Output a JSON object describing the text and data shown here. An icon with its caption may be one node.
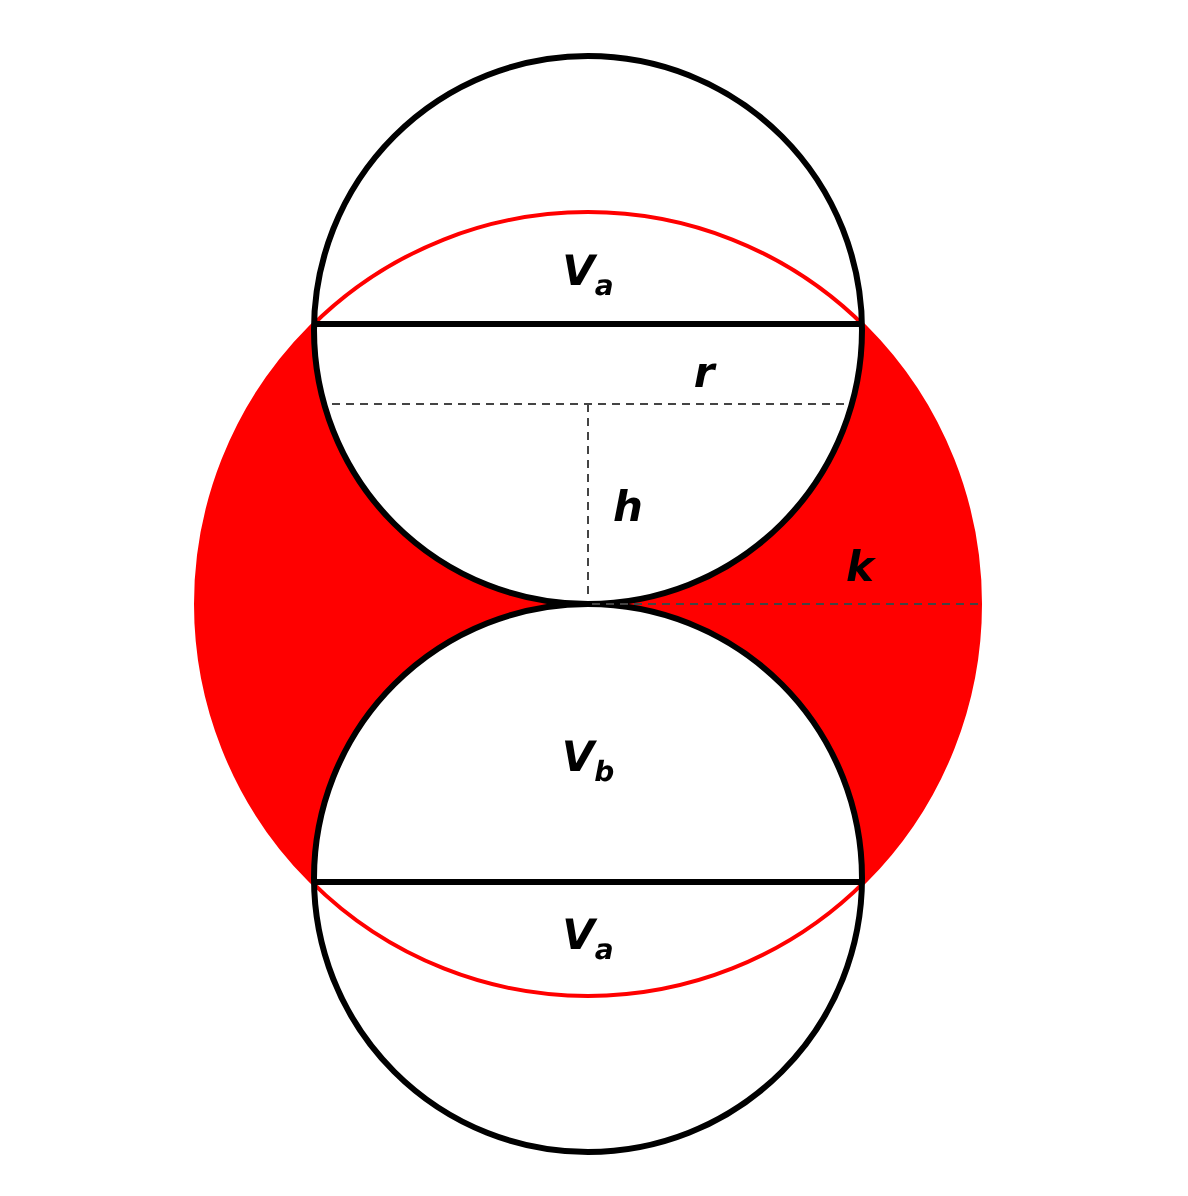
{
  "diagram": {
    "labels": [
      "V$_{a}$",
      "r",
      "h",
      "k",
      "V$_{b}$",
      "V$_{a}$"
    ]
  }
}
